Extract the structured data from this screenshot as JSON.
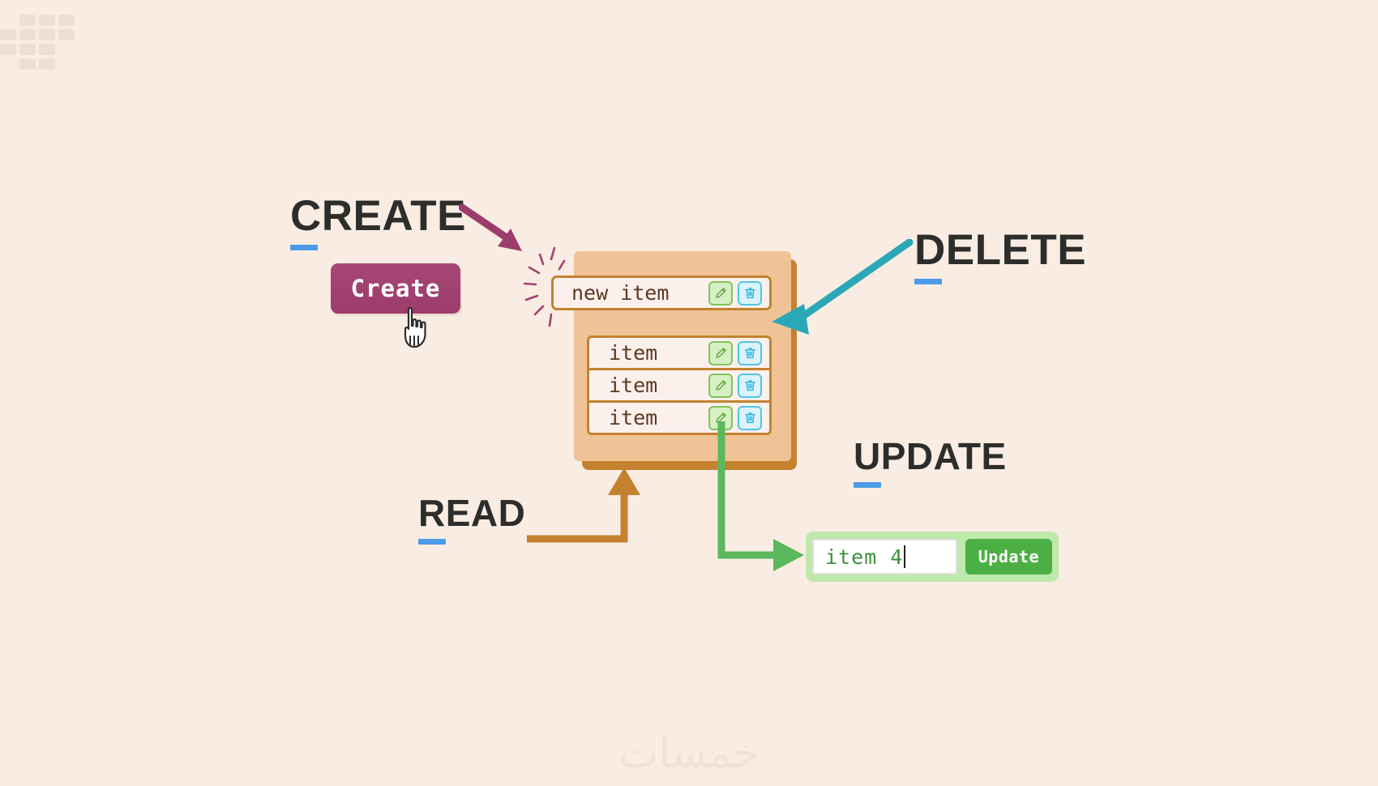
{
  "background_color": "#f9ede3",
  "logo": {
    "name": "pixel-blocks-logo",
    "color": "#ede0d3"
  },
  "labels": {
    "create": "CREATE",
    "delete": "DELETE",
    "read": "READ",
    "update": "UPDATE",
    "underline_color": "#4c9ae8",
    "text_color": "#2d2d2b"
  },
  "create_section": {
    "button_label": "Create",
    "button_color": "#a34170",
    "button_text_color": "#ffffff",
    "cursor_icon": "hand-pointer-icon",
    "arrow_color": "#9c3c6a"
  },
  "list_card": {
    "card_color": "#f0c396",
    "card_shadow_color": "#c4822f",
    "row_bg": "#fbf0ec",
    "row_border": "#c4822f",
    "row_text_color": "#5a3a20",
    "new_item": {
      "text": "new item",
      "edit_icon": "pencil-icon",
      "delete_icon": "trash-icon",
      "highlight": "sparkle-burst"
    },
    "items": [
      {
        "text": "item",
        "edit_icon": "pencil-icon",
        "delete_icon": "trash-icon"
      },
      {
        "text": "item",
        "edit_icon": "pencil-icon",
        "delete_icon": "trash-icon"
      },
      {
        "text": "item",
        "edit_icon": "pencil-icon",
        "delete_icon": "trash-icon"
      }
    ],
    "edit_button_color": "#7fc45a",
    "edit_button_bg": "#d5f0c2",
    "delete_button_color": "#53c5e8",
    "delete_button_bg": "#dbf3fb"
  },
  "delete_section": {
    "arrow_color": "#2ba8b8"
  },
  "read_section": {
    "arrow_color": "#c4822f"
  },
  "update_section": {
    "arrow_color": "#5cb85c",
    "panel_color": "#bfe9ab",
    "input_value": "item 4",
    "input_text_color": "#3c8f3c",
    "button_label": "Update",
    "button_color": "#4caf44",
    "button_text_color": "#ffffff"
  },
  "watermark": {
    "text": "خمسات",
    "color": "#efe2d6"
  }
}
